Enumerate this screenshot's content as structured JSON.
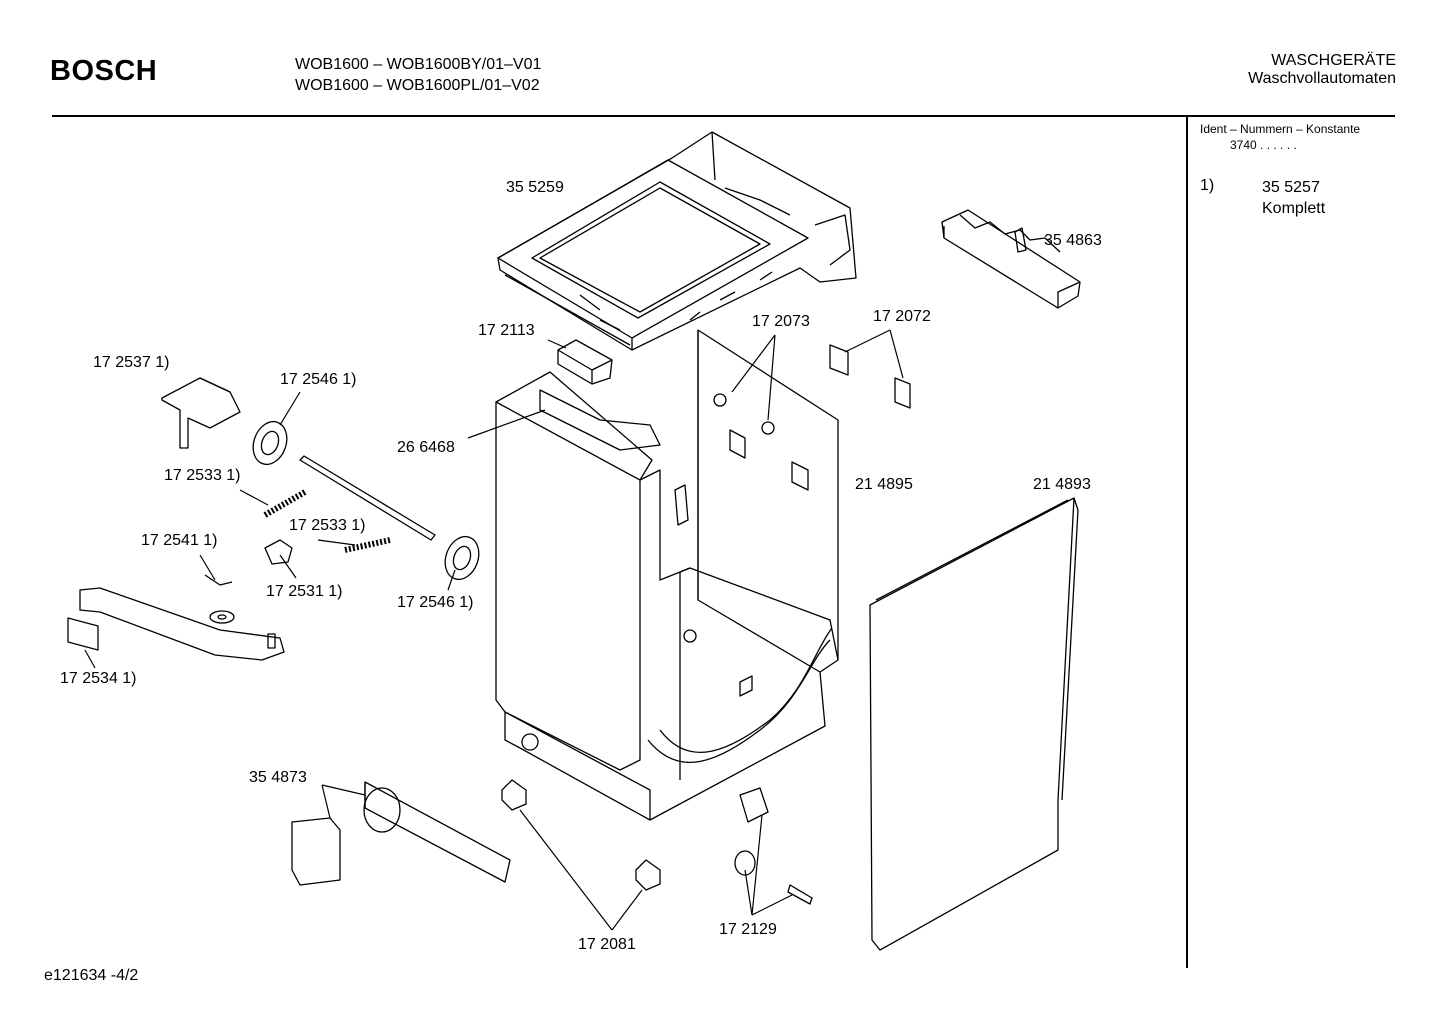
{
  "header": {
    "brand": "BOSCH",
    "models": [
      "WOB1600 – WOB1600BY/01–V01",
      "WOB1600 – WOB1600PL/01–V02"
    ],
    "category": "WASCHGERÄTE",
    "subcategory": "Waschvollautomaten"
  },
  "sidebar": {
    "ident_title": "Ident – Nummern – Konstante",
    "ident_value": "3740 . . . . . .",
    "note_key": "1)",
    "note_part": "35 5257",
    "note_text": "Komplett"
  },
  "parts": [
    "35 5259",
    "35 4863",
    "17 2113",
    "17 2073",
    "17 2072",
    "17 2537 1)",
    "17 2546 1)",
    "26 6468",
    "17 2533 1)",
    "21 4895",
    "21 4893",
    "17 2533 1)",
    "17 2541 1)",
    "17 2531 1)",
    "17 2546 1)",
    "17 2534 1)",
    "35 4873",
    "17 2081",
    "17 2129"
  ],
  "footer": {
    "doc_id": "e121634  -4/2"
  }
}
